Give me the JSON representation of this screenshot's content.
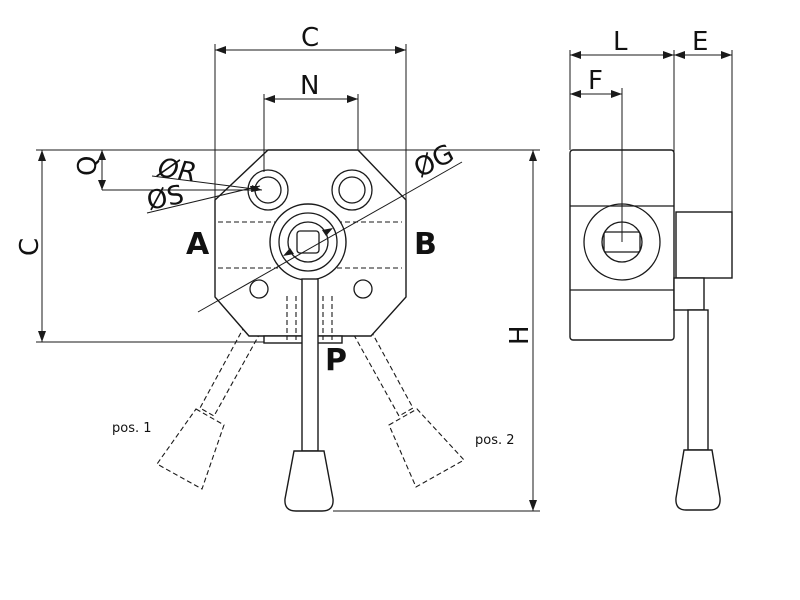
{
  "labels": {
    "dim_c_top": "C",
    "dim_n": "N",
    "dim_q": "Q",
    "dim_r": "ØR",
    "dim_s": "ØS",
    "dim_g": "ØG",
    "dim_c_left": "C",
    "dim_h": "H",
    "dim_l": "L",
    "dim_e": "E",
    "dim_f": "F",
    "port_a": "A",
    "port_b": "B",
    "port_p": "P",
    "pos1": "pos. 1",
    "pos2": "pos. 2"
  }
}
